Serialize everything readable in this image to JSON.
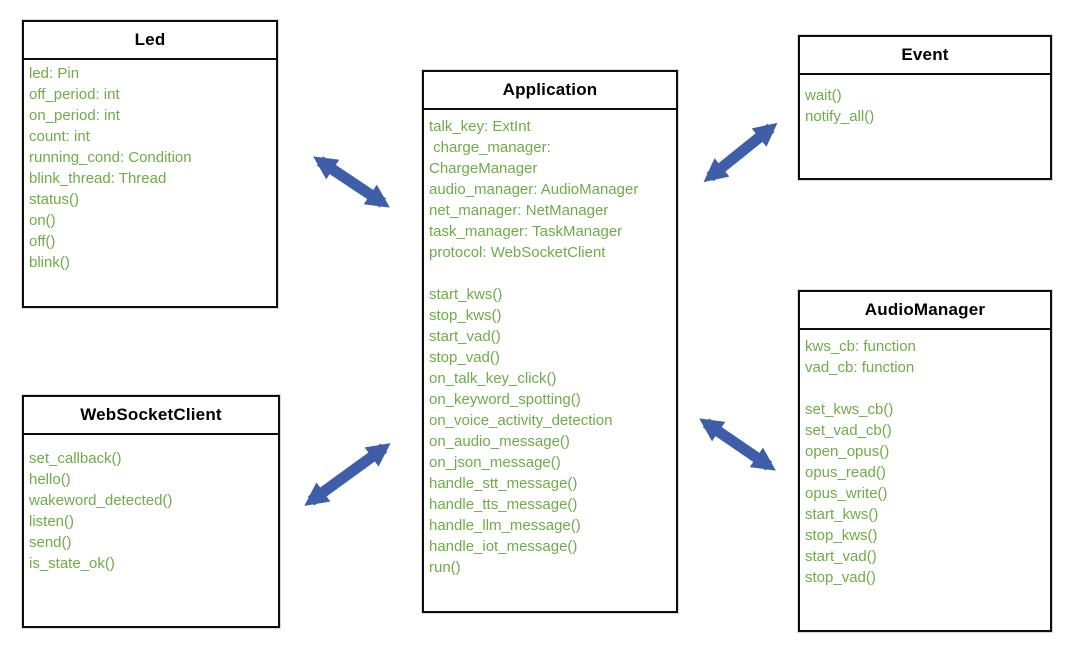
{
  "diagram": {
    "type": "uml-class-diagram",
    "colors": {
      "member_text": "#6fac47",
      "title_text": "#000000",
      "box_border": "#0d0d0d",
      "arrow": "#3e5ea9",
      "background": "#ffffff"
    },
    "classes": {
      "led": {
        "title": "Led",
        "members": [
          "led: Pin",
          "off_period: int",
          "on_period: int",
          "count: int",
          "running_cond: Condition",
          "blink_thread: Thread",
          "status()",
          "on()",
          "off()",
          "blink()"
        ]
      },
      "application": {
        "title": "Application",
        "members": [
          "talk_key: ExtInt",
          " charge_manager:",
          "ChargeManager",
          "audio_manager: AudioManager",
          "net_manager: NetManager",
          "task_manager: TaskManager",
          "protocol: WebSocketClient",
          "",
          "start_kws()",
          "stop_kws()",
          "start_vad()",
          "stop_vad()",
          "on_talk_key_click()",
          "on_keyword_spotting()",
          "on_voice_activity_detection",
          "on_audio_message()",
          "on_json_message()",
          "handle_stt_message()",
          "handle_tts_message()",
          "handle_llm_message()",
          "handle_iot_message()",
          "run()"
        ]
      },
      "event": {
        "title": "Event",
        "members": [
          "wait()",
          "notify_all()"
        ]
      },
      "websocketclient": {
        "title": "WebSocketClient",
        "members": [
          "set_callback()",
          "hello()",
          "wakeword_detected()",
          "listen()",
          "send()",
          "is_state_ok()"
        ]
      },
      "audiomanager": {
        "title": "AudioManager",
        "members": [
          "kws_cb: function",
          "vad_cb: function",
          "",
          "set_kws_cb()",
          "set_vad_cb()",
          "open_opus()",
          "opus_read()",
          "opus_write()",
          "start_kws()",
          "stop_kws()",
          "start_vad()",
          "stop_vad()"
        ]
      }
    },
    "relationships": [
      {
        "from": "Led",
        "to": "Application",
        "style": "double-headed-arrow"
      },
      {
        "from": "Application",
        "to": "Event",
        "style": "double-headed-arrow"
      },
      {
        "from": "WebSocketClient",
        "to": "Application",
        "style": "double-headed-arrow"
      },
      {
        "from": "Application",
        "to": "AudioManager",
        "style": "double-headed-arrow"
      }
    ]
  }
}
